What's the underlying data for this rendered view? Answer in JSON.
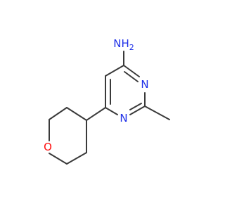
{
  "molecule": {
    "atoms": {
      "amine": {
        "text": "NH",
        "subscript": "2",
        "color": "#1f30e8"
      },
      "ring_n_upper": {
        "text": "N",
        "color": "#1f30e8"
      },
      "ring_n_lower": {
        "text": "N",
        "color": "#1f30e8"
      },
      "ether_o": {
        "text": "O",
        "color": "#ff0d0d"
      }
    },
    "bond_color": "#3a3a3a",
    "background": "#ffffff"
  }
}
